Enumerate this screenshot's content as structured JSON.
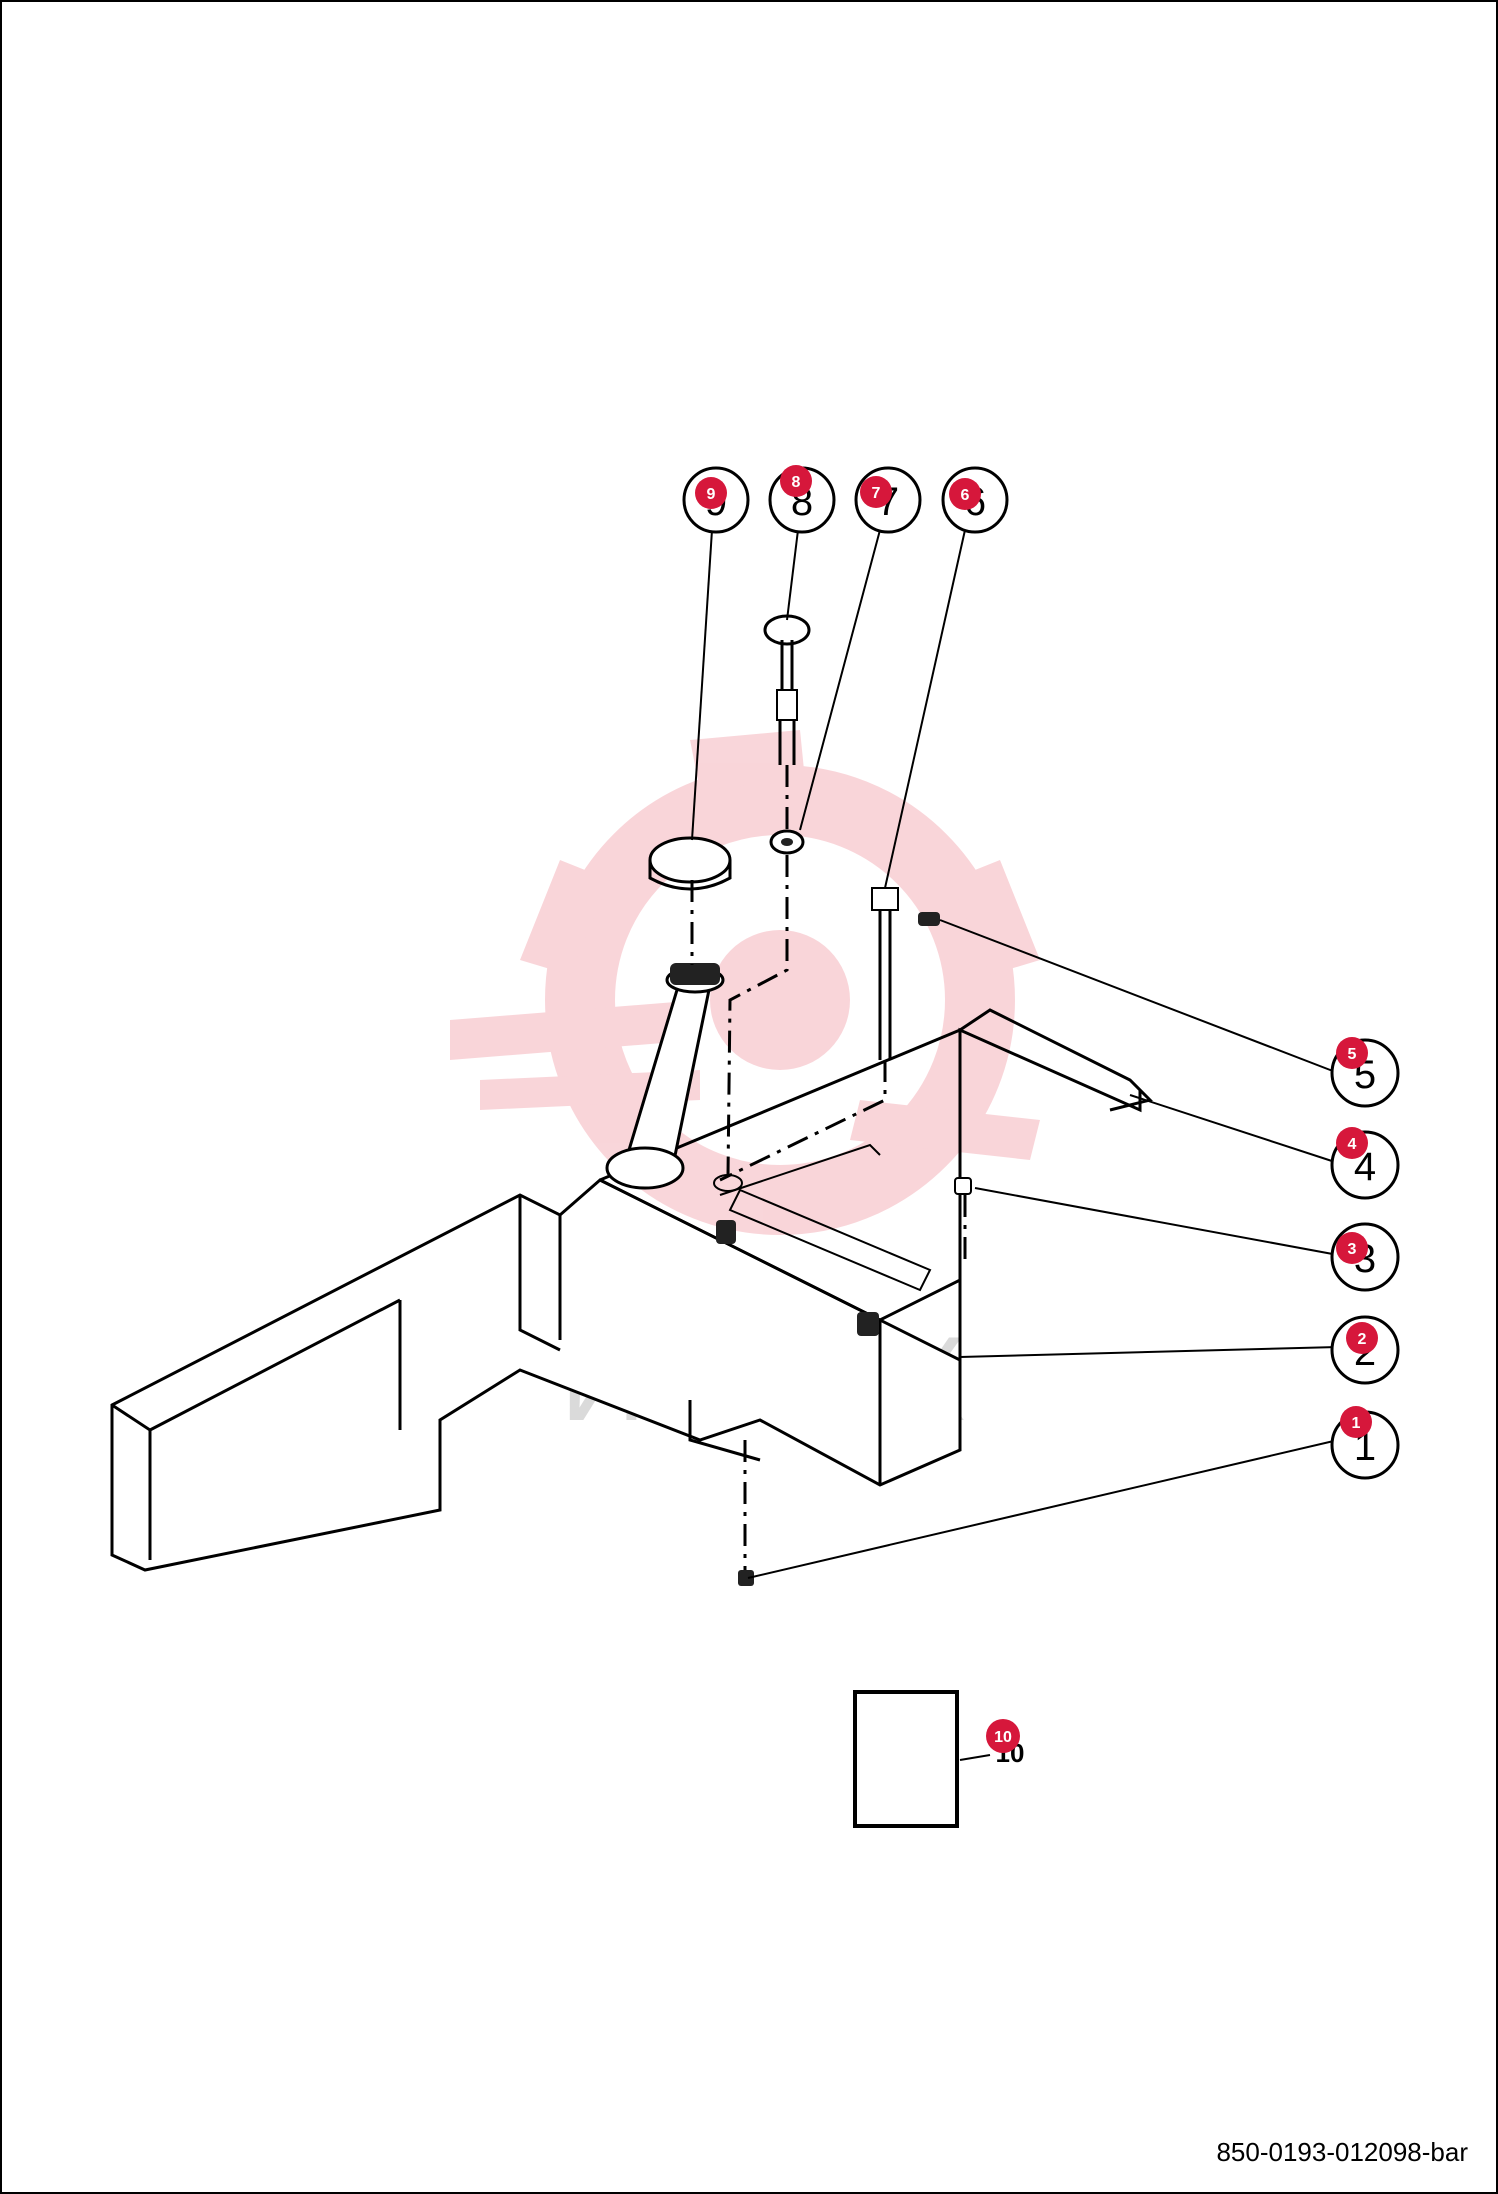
{
  "drawing_code": "850-0193-012098-bar",
  "watermark": {
    "text": "ИНТЕХ",
    "color": "#f4b6bd"
  },
  "callouts": [
    {
      "number": "1",
      "badge": "1"
    },
    {
      "number": "2",
      "badge": "2"
    },
    {
      "number": "3",
      "badge": "3"
    },
    {
      "number": "4",
      "badge": "4"
    },
    {
      "number": "5",
      "badge": "5"
    },
    {
      "number": "6",
      "badge": "6"
    },
    {
      "number": "7",
      "badge": "7"
    },
    {
      "number": "8",
      "badge": "8"
    },
    {
      "number": "9",
      "badge": "9"
    },
    {
      "number": "10",
      "badge": "10"
    }
  ],
  "colors": {
    "badge": "#d6173b",
    "line": "#000000"
  }
}
